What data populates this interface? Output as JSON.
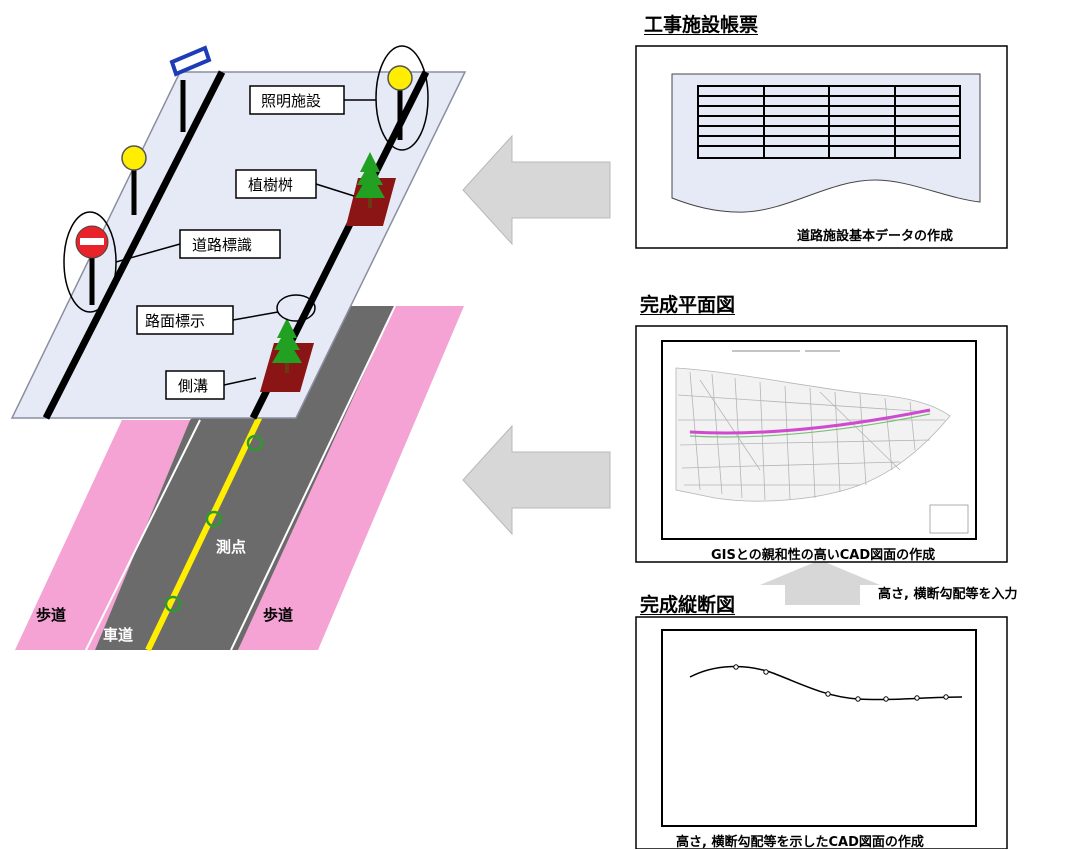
{
  "left": {
    "labels": {
      "lighting": "照明施設",
      "planter": "植樹桝",
      "road_sign": "道路標識",
      "road_marking": "路面標示",
      "gutter": "側溝",
      "survey_point": "測点",
      "sidewalk_left": "歩道",
      "carriageway": "車道",
      "sidewalk_right": "歩道"
    }
  },
  "right": {
    "ledger": {
      "title": "工事施設帳票",
      "caption": "道路施設基本データの作成"
    },
    "plan": {
      "title": "完成平面図",
      "caption": "GISとの親和性の高いCAD図面の作成"
    },
    "input_note": "高さ, 横断勾配等を入力",
    "profile": {
      "title": "完成縦断図",
      "caption": "高さ, 横断勾配等を示したCAD図面の作成"
    }
  },
  "colors": {
    "road_plane": "#e6eaf6",
    "sidewalk": "#f4a3d4",
    "asphalt": "#6b6b6b",
    "centerline": "#ffee00",
    "tree": "#22a022",
    "planter_box": "#8b1414",
    "sign_red": "#e8242a",
    "lamp": "#ffee00",
    "arrow": "#d7d7d7"
  }
}
